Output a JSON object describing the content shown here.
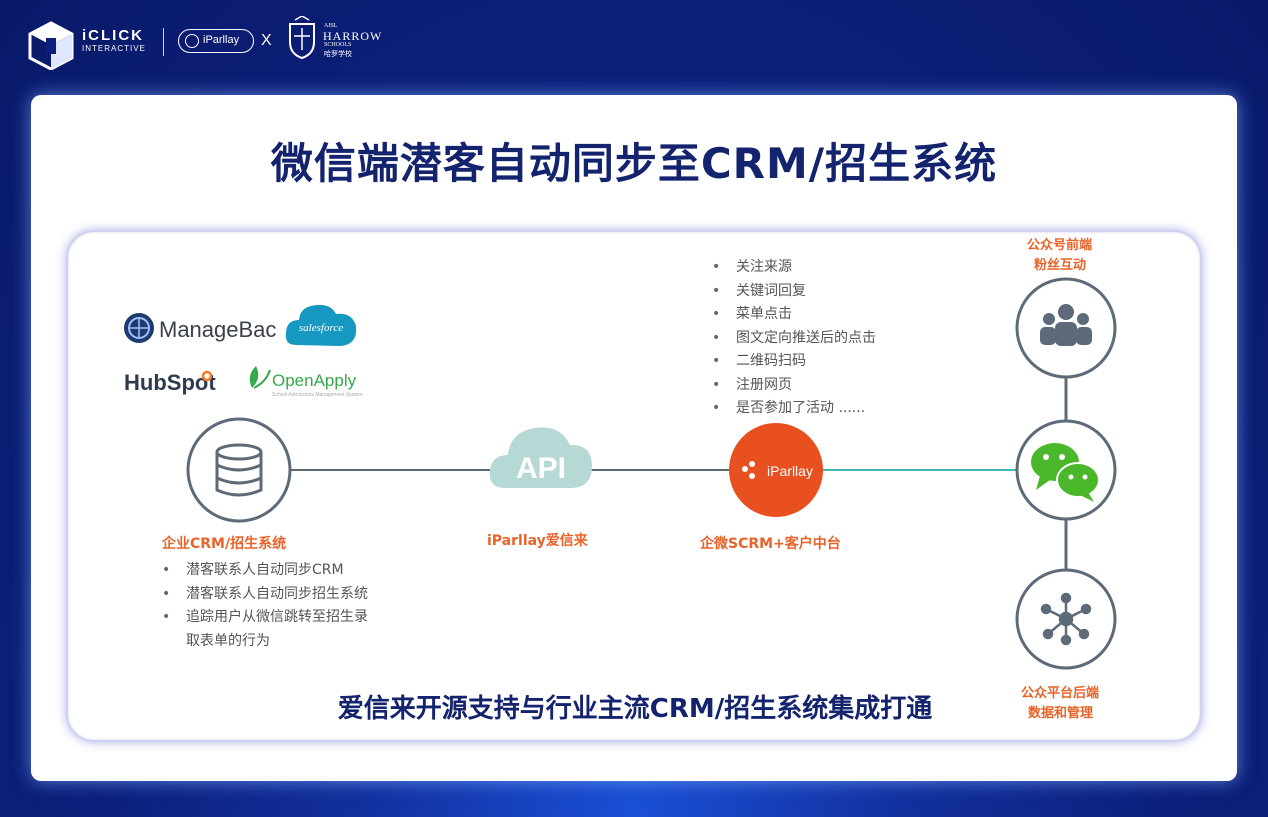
{
  "header": {
    "iclick_name": "iCLICK",
    "iclick_sub": "INTERACTIVE",
    "iparllay_pill": "iParllay",
    "x_mark": "X",
    "harrow_top": "AISL",
    "harrow_name": "HARROW",
    "harrow_sub": "SCHOOLS",
    "harrow_cn": "哈罗学校"
  },
  "title": "微信端潜客自动同步至CRM/招生系统",
  "partners": {
    "managebac": "ManageBac",
    "salesforce": "salesforce",
    "hubspot": "HubSpot",
    "openapply": "OpenApply",
    "openapply_sub": "School Admissions Management System"
  },
  "nodes": {
    "crm": {
      "label": "企业CRM/招生系统",
      "bullets": [
        "潜客联系人自动同步CRM",
        "潜客联系人自动同步招生系统",
        "追踪用户从微信跳转至招生录",
        "取表单的行为"
      ]
    },
    "api": {
      "badge": "API",
      "label": "iParllay爱信来"
    },
    "scrm": {
      "logo": "iParllay",
      "label": "企微SCRM+客户中台",
      "bullets": [
        "关注来源",
        "关键词回复",
        "菜单点击",
        "图文定向推送后的点击",
        "二维码扫码",
        "注册网页",
        "是否参加了活动 ......"
      ]
    },
    "official_front": {
      "line1": "公众号前端",
      "line2": "粉丝互动"
    },
    "official_back": {
      "line1": "公众平台后端",
      "line2": "数据和管理"
    }
  },
  "footer": "爱信来开源支持与行业主流CRM/招生系统集成打通",
  "colors": {
    "background": "#0c1f7a",
    "title": "#14236e",
    "accent_orange": "#e8632a",
    "node_ring": "#5d6b78",
    "connector": "#5d6b78",
    "teal_line": "#3fb8b0",
    "wechat_green": "#4bb82c",
    "api_cloud": "#b7d9d6"
  },
  "icons": [
    "db-icon",
    "api-cloud-icon",
    "iparllay-logo-icon",
    "people-icon",
    "wechat-icon",
    "network-hub-icon"
  ]
}
